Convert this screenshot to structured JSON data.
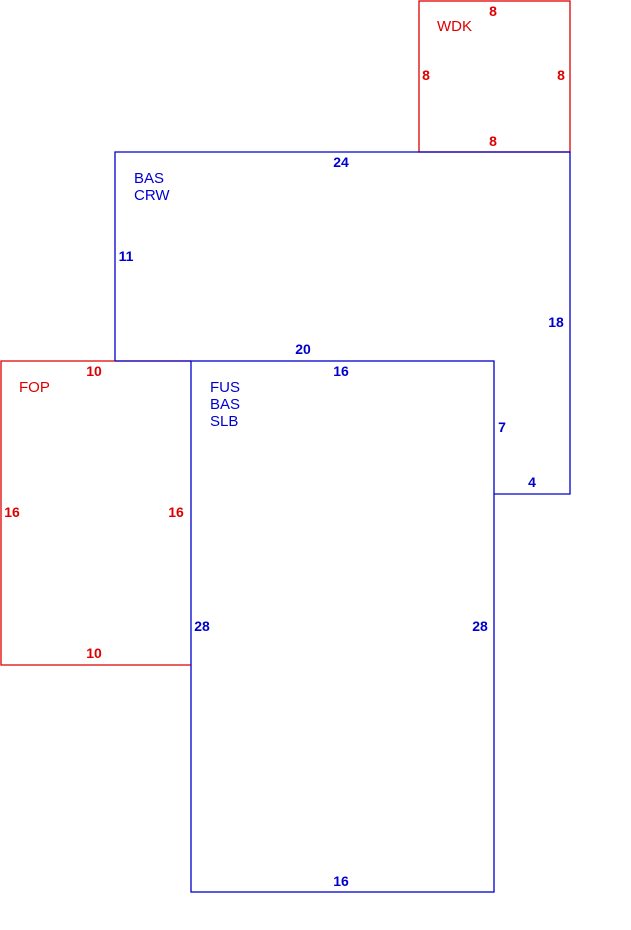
{
  "colors": {
    "building": "#0000cc",
    "porch": "#dd0000"
  },
  "areas": {
    "wdk": {
      "code": "WDK"
    },
    "bas_crw": {
      "codes": [
        "BAS",
        "CRW"
      ]
    },
    "fop": {
      "code": "FOP"
    },
    "fus_bas_slb": {
      "codes": [
        "FUS",
        "BAS",
        "SLB"
      ]
    }
  },
  "dimensions": {
    "wdk_top": "8",
    "wdk_left": "8",
    "wdk_right": "8",
    "wdk_bottom": "8",
    "bas_top": "24",
    "bas_left": "11",
    "bas_right": "18",
    "bas_bottom_left": "20",
    "bas_notch_vertical": "7",
    "bas_notch_horizontal": "4",
    "fop_top": "10",
    "fop_left": "16",
    "fop_right": "16",
    "fop_bottom": "10",
    "fus_top": "16",
    "fus_left": "28",
    "fus_right": "28",
    "fus_bottom": "16"
  }
}
